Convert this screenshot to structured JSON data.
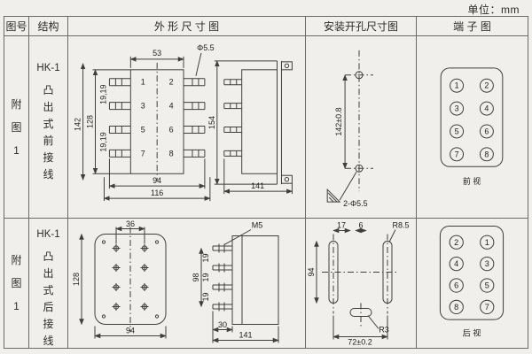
{
  "unit_label": "单位：mm",
  "headers": {
    "fig_no": "图号",
    "structure": "结构",
    "outline": "外 形 尺 寸 图",
    "install": "安装开孔尺寸图",
    "terminal": "端 子 图"
  },
  "row1": {
    "fig": "附图1",
    "model": "HK-1",
    "desc": "凸出式前接线",
    "outline": {
      "dim_53": "53",
      "dim_phi": "Φ5.5",
      "dim_142": "142",
      "dim_128": "128",
      "dim_19a": "19,19",
      "dim_19b": "19,19",
      "pins": [
        "1",
        "2",
        "3",
        "4",
        "5",
        "6",
        "7",
        "8"
      ],
      "dim_94": "94",
      "dim_116": "116",
      "dim_154": "154",
      "dim_141": "141"
    },
    "install": {
      "dim_height": "142±0.8",
      "holes_label": "2-Φ5.5"
    },
    "terminal": {
      "numbers": [
        "1",
        "2",
        "3",
        "4",
        "5",
        "6",
        "7",
        "8"
      ],
      "caption": "前  视"
    }
  },
  "row2": {
    "fig": "附图1",
    "model": "HK-1",
    "desc": "凸出式后接线",
    "outline": {
      "dim_36": "36",
      "dim_m5": "M5",
      "dim_128": "128",
      "dim_98": "98",
      "dim_19s": [
        "19",
        "19",
        "19"
      ],
      "dim_94": "94",
      "dim_30": "30",
      "dim_141": "141"
    },
    "install": {
      "dim_17": "17",
      "dim_6": "6",
      "dim_r85": "R8.5",
      "dim_94": "94",
      "dim_r3": "R3",
      "dim_72": "72±0.2"
    },
    "terminal": {
      "numbers": [
        "2",
        "1",
        "4",
        "3",
        "6",
        "5",
        "8",
        "7"
      ],
      "caption": "后  视"
    }
  }
}
